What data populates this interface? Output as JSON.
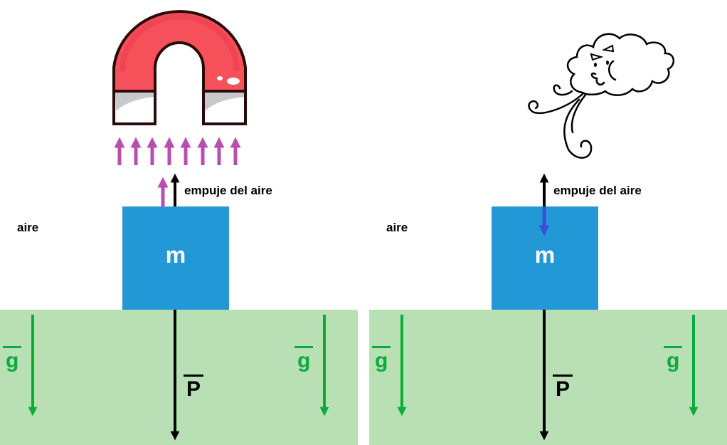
{
  "colors": {
    "ground": "#b8e0b4",
    "block": "#2299d6",
    "gravity_arrow": "#0aac3c",
    "force_arrow": "#000000",
    "magnet_field_arrow": "#b84fb0",
    "wind_arrow": "#3a4fd6",
    "magnet_red": "#f6505a",
    "magnet_outline": "#2a0a0a"
  },
  "panels": [
    {
      "id": "magnet",
      "source_icon": "magnet-icon",
      "air_label": "aire",
      "push_label": "empuje del aire",
      "mass_label": "m",
      "weight_label": "P",
      "gravity_left_label": "g",
      "gravity_right_label": "g",
      "field_arrow_count": 8,
      "extra_arrow_direction": "up"
    },
    {
      "id": "wind",
      "source_icon": "wind-cloud-icon",
      "air_label": "aire",
      "push_label": "empuje del aire",
      "mass_label": "m",
      "weight_label": "P",
      "gravity_left_label": "g",
      "gravity_right_label": "g",
      "extra_arrow_direction": "down"
    }
  ]
}
